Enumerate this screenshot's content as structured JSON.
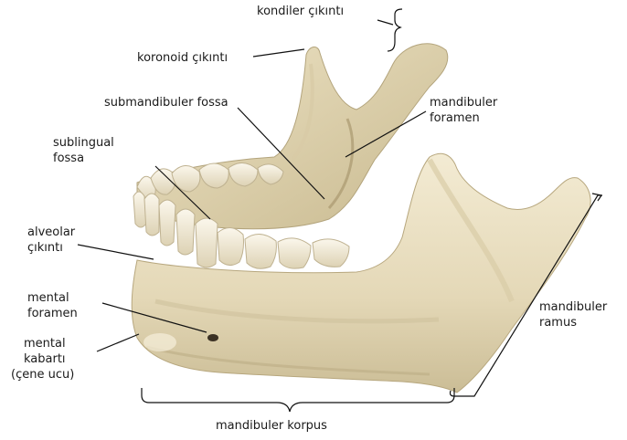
{
  "labels": {
    "kondiler": "kondiler çıkıntı",
    "koronoid": "koronoid çıkıntı",
    "submandibuler": "submandibuler fossa",
    "mandibuler_foramen": [
      "mandibuler",
      "foramen"
    ],
    "sublingual": [
      "sublingual",
      "fossa"
    ],
    "alveolar": [
      "alveolar",
      "çıkıntı"
    ],
    "mental_foramen": [
      "mental",
      "foramen"
    ],
    "mental_kabarti": [
      "mental",
      "kabartı",
      "(çene ucu)"
    ],
    "ramus": [
      "mandibuler",
      "ramus"
    ],
    "korpus": "mandibuler korpus"
  },
  "colors": {
    "bone_light": "#efe6cc",
    "bone_mid": "#dccfa9",
    "bone_shadow": "#b9aa84",
    "tooth": "#f5efdf",
    "line": "#111111"
  }
}
